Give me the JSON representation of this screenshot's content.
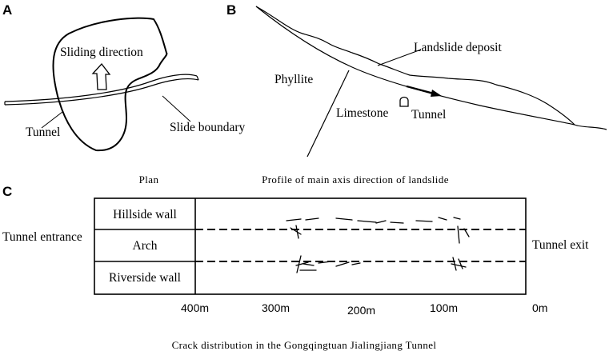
{
  "panel_a": {
    "letter": "A",
    "sliding_direction_label": "Sliding direction",
    "tunnel_label": "Tunnel",
    "slide_boundary_label": "Slide boundary",
    "caption": "Plan"
  },
  "panel_b": {
    "letter": "B",
    "landslide_deposit_label": "Landslide deposit",
    "phyllite_label": "Phyllite",
    "limestone_label": "Limestone",
    "tunnel_label": "Tunnel",
    "caption": "Profile of main axis direction of landslide"
  },
  "panel_c": {
    "letter": "C",
    "rows": [
      "Hillside wall",
      "Arch",
      "Riverside wall"
    ],
    "entrance_label": "Tunnel entrance",
    "exit_label": "Tunnel exit",
    "distance_ticks": [
      "400m",
      "300m",
      "200m",
      "100m",
      "0m"
    ],
    "caption": "Crack distribution in the Gongqingtuan Jialingjiang Tunnel"
  }
}
